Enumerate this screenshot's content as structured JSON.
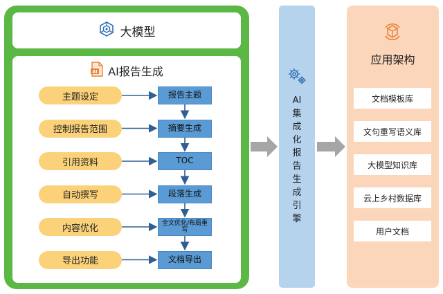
{
  "llm": {
    "title": "大模型",
    "icon": "network-cube-icon"
  },
  "report": {
    "title": "AI报告生成",
    "icon": "ai-document-icon",
    "steps": [
      {
        "input": "主题设定",
        "output": "报告主题"
      },
      {
        "input": "控制报告范围",
        "output": "摘要生成"
      },
      {
        "input": "引用资料",
        "output": "TOC"
      },
      {
        "input": "自动撰写",
        "output": "段落生成"
      },
      {
        "input": "内容优化",
        "output": "全文优化/布局重写"
      },
      {
        "input": "导出功能",
        "output": "文档导出"
      }
    ]
  },
  "engine": {
    "icon": "gears-icon",
    "label_chars": [
      "AI",
      "集",
      "成",
      "化",
      "报",
      "告",
      "生",
      "成",
      "引",
      "擎"
    ]
  },
  "app": {
    "title": "应用架构",
    "icon": "cube-icon",
    "items": [
      "文档模板库",
      "文句重写语义库",
      "大模型知识库",
      "云上乡村数据库",
      "用户文档"
    ]
  },
  "colors": {
    "green": "#5cb845",
    "pill": "#fbd27a",
    "blue_box": "#5b9bd5",
    "engine_bg": "#b5d3ec",
    "app_bg": "#fbd6bb",
    "accent_orange": "#e8823a"
  }
}
